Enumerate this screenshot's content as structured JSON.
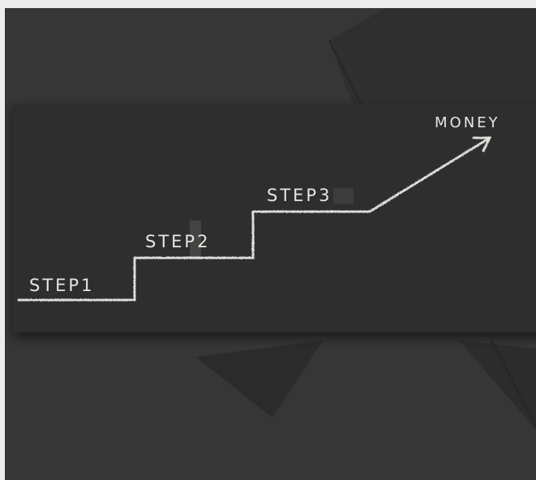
{
  "image": {
    "alt_subject": "chalk staircase drawing on black paper",
    "colors": {
      "background_paper": "#333334",
      "card": "#2d2d2e",
      "chalk": "#e6e6e2",
      "page_border": "#ececec"
    }
  },
  "labels": {
    "step1": "STEP1",
    "step2": "STEP2",
    "step3": "STEP3",
    "goal": "MONEY"
  }
}
